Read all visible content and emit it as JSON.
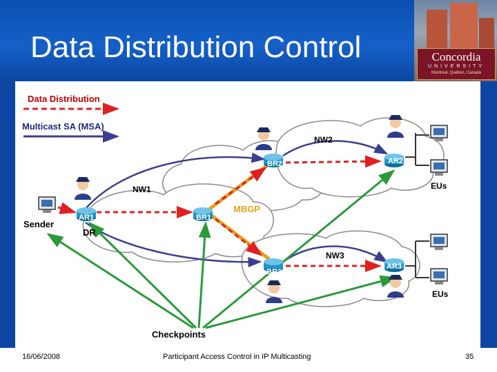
{
  "slide": {
    "title": "Data Distribution Control",
    "logo": {
      "name": "Concordia",
      "subtitle": "UNIVERSITY",
      "city": "Montréal, Québec, Canada"
    }
  },
  "legend": {
    "data_distribution": "Data Distribution",
    "multicast_sa": "Multicast SA (MSA)"
  },
  "networks": {
    "nw1": "NW1",
    "nw2": "NW2",
    "nw3": "NW3"
  },
  "routers": {
    "ar1": "AR1",
    "br1": "BR1",
    "br2": "BR2",
    "ar2": "AR2",
    "br3": "BR3",
    "ar3": "AR3"
  },
  "labels": {
    "sender": "Sender",
    "dr": "DR",
    "mbgp": "MBGP",
    "eus_top": "EUs",
    "eus_bottom": "EUs",
    "checkpoints": "Checkpoints"
  },
  "footer": {
    "date": "16/06/2008",
    "title": "Participant Access Control in IP Multicasting",
    "page": "35"
  },
  "colors": {
    "data_distribution": "#e02020",
    "multicast_sa": "#3a3f8f",
    "checkpoint_lines": "#2a9a3a",
    "mbgp": "#e6a21a",
    "router": "#1e95c8"
  }
}
